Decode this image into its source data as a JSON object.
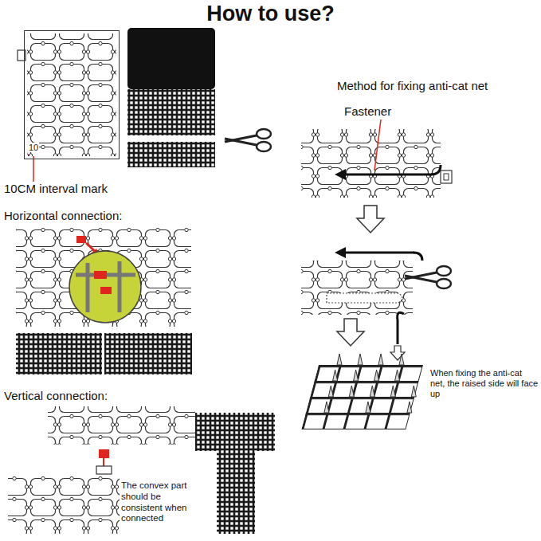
{
  "diagram": {
    "title": "How to use?",
    "nodes": [
      {
        "text": [
          "10"
        ]
      }
    ],
    "edges": [],
    "labels": [
      "Method for fixing anti-cat net",
      "Fastener",
      "10CM interval mark",
      "Horizontal connection:",
      "When fixing the anti-cat net, the raised side will face up",
      "Vertical connection:",
      "The convex part should be consistent when connected"
    ]
  }
}
